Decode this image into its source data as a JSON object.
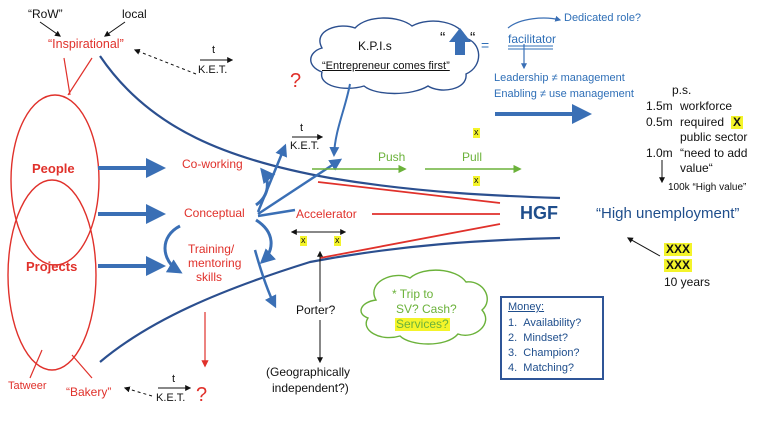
{
  "labels": {
    "row": "“RoW”",
    "local": "local",
    "inspirational": "“Inspirational”",
    "t_top": "t",
    "ket_top": "K.E.T.",
    "kpis_title": "K.P.I.s",
    "kpis_sub": "“Entrepreneur comes first”",
    "quote_open": "“",
    "quote_close": "“",
    "equals": "=",
    "facilitator": "facilitator",
    "dedicated_role": "Dedicated role?",
    "leadership": "Leadership ≠ management",
    "enabling": "Enabling ≠ use management",
    "question_top": "?",
    "t_mid": "t",
    "ket_mid": "K.E.T.",
    "push": "Push",
    "pull": "Pull",
    "x_top": "x",
    "x_mid": "x",
    "people": "People",
    "projects": "Projects",
    "coworking": "Co-working",
    "conceptual": "Conceptual",
    "training_1": "Training/",
    "training_2": "mentoring",
    "training_3": "skills",
    "accelerator": "Accelerator",
    "x_left": "x",
    "x_right": "x",
    "hgf": "HGF",
    "high_unemployment": "“High unemployment”",
    "ps": "p.s.",
    "stat1_num": "1.5m",
    "stat1_txt": "workforce",
    "stat2_num": "0.5m",
    "stat2_txt": "required",
    "stat2_x": "X",
    "stat2_txt2": "public sector",
    "stat3_num": "1.0m",
    "stat3_txt": "“need to add",
    "stat3_txt2": "value“",
    "high_value": "100k “High value”",
    "xxx1": "XXX",
    "xxx2": "XXX",
    "ten_years": "10 years",
    "porter": "Porter?",
    "geo1": "(Geographically",
    "geo2": "independent?)",
    "cloud1": "* Trip to",
    "cloud2": "SV? Cash?",
    "cloud3": "Services?",
    "tatweer": "Tatweer",
    "bakery": "“Bakery”",
    "t_bot": "t",
    "ket_bot": "K.E.T.",
    "question_bot": "?"
  },
  "money": {
    "title": "Money:",
    "items": [
      "Availability?",
      "Mindset?",
      "Champion?",
      "Matching?"
    ]
  },
  "colors": {
    "red": "#e0312b",
    "blue": "#2f6fb7",
    "navy": "#1f4e8c",
    "green": "#6bb23a",
    "highlight": "#f4f42a"
  }
}
